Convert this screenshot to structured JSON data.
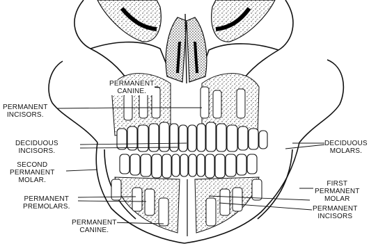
{
  "labels": {
    "perm_canine_top": "PERMANENT\nCANINE.",
    "perm_incisors_left": "PERMANENT\nINCISORS.",
    "deciduous_incisors": "DECIDUOUS\nINCISORS.",
    "second_perm_molar": "SECOND\nPERMANENT\nMOLAR.",
    "perm_premolars": "PERMANENT\nPREMOLARS.",
    "perm_canine_bottom": "PERMANENT\nCANINE.",
    "deciduous_molars": "DECIDUOUS\nMOLARS.",
    "first_perm_molar": "FIRST\nPERMANENT\nMOLAR",
    "perm_incisors_right": "PERMANENT\nINCISORS"
  }
}
